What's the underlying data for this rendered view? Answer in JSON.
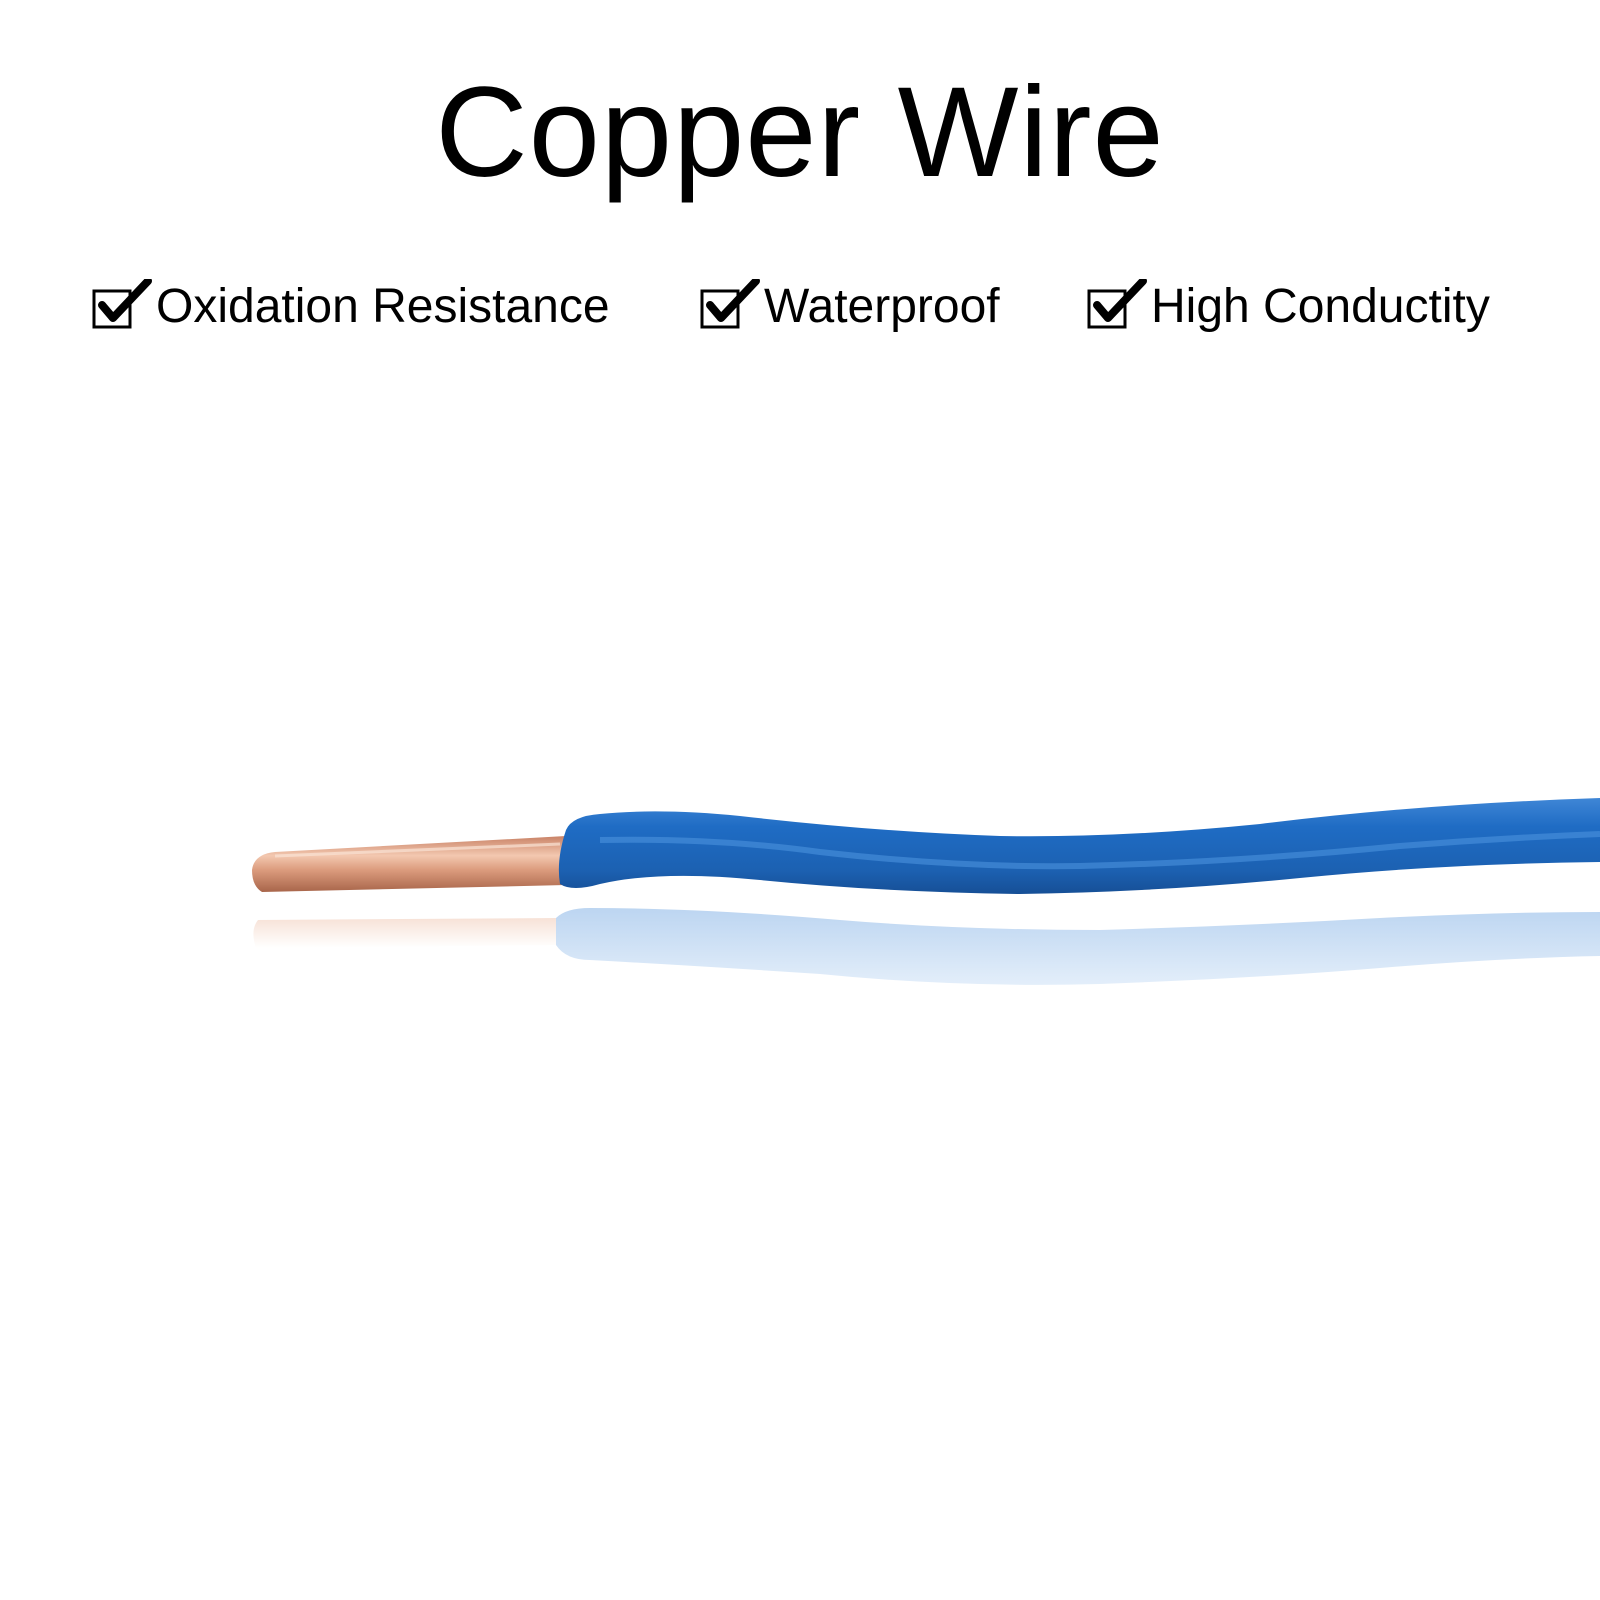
{
  "title": "Copper Wire",
  "features": [
    {
      "label": "Oxidation Resistance",
      "icon": "checked-box-icon"
    },
    {
      "label": "Waterproof",
      "icon": "checked-box-icon"
    },
    {
      "label": "High Conductity",
      "icon": "checked-box-icon"
    }
  ],
  "product_image": {
    "subject": "copper-wire-photo",
    "colors": {
      "insulation": "#1e64b4",
      "conductor": "#d9987a",
      "background": "#ffffff"
    }
  }
}
